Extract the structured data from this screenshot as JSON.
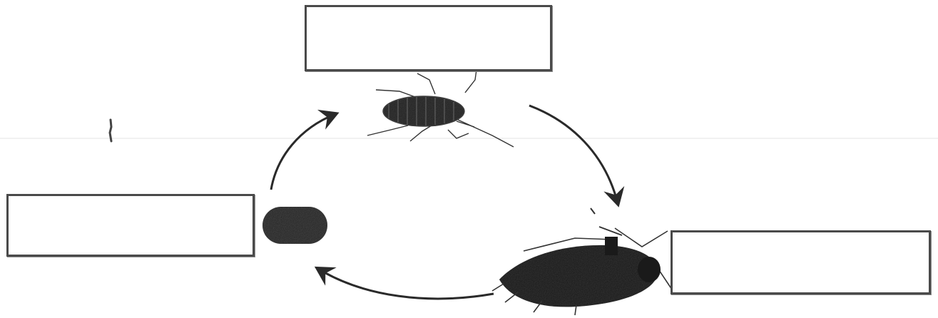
{
  "diagram": {
    "stages": [
      {
        "id": "top",
        "label": "",
        "image": "nymph"
      },
      {
        "id": "right",
        "label": "",
        "image": "adult-cockroach"
      },
      {
        "id": "left",
        "label": "",
        "image": "egg-case"
      }
    ],
    "arrows": [
      {
        "from": "top",
        "to": "right"
      },
      {
        "from": "right",
        "to": "left"
      },
      {
        "from": "left",
        "to": "top"
      }
    ],
    "colors": {
      "ink": "#2a2a2a",
      "box_border": "#4a4a4a",
      "background": "#ffffff"
    }
  }
}
